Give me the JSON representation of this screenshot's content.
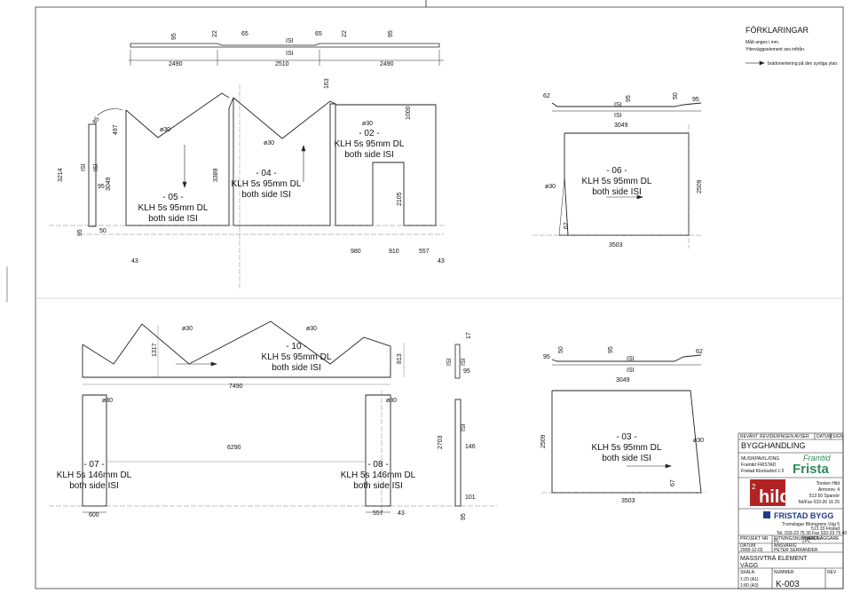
{
  "legend": {
    "title": "FÖRKLARINGAR",
    "line1": "Mått anges i mm.",
    "line2": "Ytterväggselement ses inifrån.",
    "arrow_text": "brädorientering på den synliga ytan."
  },
  "panels": {
    "p05": {
      "id": "- 05 -",
      "spec": "KLH 5s 95mm DL",
      "side": "both side ISI"
    },
    "p04": {
      "id": "- 04 -",
      "spec": "KLH 5s 95mm DL",
      "side": "both side ISI"
    },
    "p02": {
      "id": "- 02 -",
      "spec": "KLH 5s 95mm DL",
      "side": "both side ISI"
    },
    "p06": {
      "id": "- 06 -",
      "spec": "KLH 5s 95mm DL",
      "side": "both side ISI"
    },
    "p10": {
      "id": "- 10 -",
      "spec": "KLH 5s 95mm DL",
      "side": "both side ISI"
    },
    "p03": {
      "id": "- 03 -",
      "spec": "KLH 5s 95mm DL",
      "side": "both side ISI"
    },
    "p07": {
      "id": "- 07 -",
      "spec": "KLH 5s 146mm DL",
      "side": "both side ISI"
    },
    "p08": {
      "id": "- 08 -",
      "spec": "KLH 5s 146mm DL",
      "side": "both side ISI"
    }
  },
  "dims": {
    "d_95a": "95",
    "d_22a": "22",
    "d_65a": "65",
    "d_isi_a": "ISI",
    "d_65b": "65",
    "d_22b": "22",
    "d_95b": "95",
    "d_isi_b": "ISI",
    "d_2490a": "2490",
    "d_2510": "2510",
    "d_2490b": "2490",
    "d_163": "163",
    "d_85": "85",
    "d_497": "497",
    "d_3214": "3214",
    "d_isi_c": "ISI",
    "d_isi_d": "ISI",
    "d_95c": "95",
    "d_3049a": "3049",
    "d_3389": "3389",
    "d_1000": "1000",
    "d_2105": "2105",
    "d_95d": "95",
    "d_50a": "50",
    "d_980": "980",
    "d_910": "910",
    "d_557a": "557",
    "d_43a": "43",
    "d_43b": "43",
    "d_62a": "62",
    "d_isi_e": "ISI",
    "d_95e": "95",
    "d_50b": "50",
    "d_95f": "95",
    "d_isi_f": "ISI",
    "d_3049b": "3049",
    "d_67a": "67",
    "d_3503a": "3503",
    "d_2509a": "2509",
    "d_1317": "1317",
    "d_813": "813",
    "d_7490": "7490",
    "d_isi_g": "ISI",
    "d_isi_h": "ISI",
    "d_17": "17",
    "d_95g": "95",
    "d_95h": "95",
    "d_50c": "50",
    "d_95i": "95",
    "d_isi_i": "ISI",
    "d_62b": "62",
    "d_isi_j": "ISI",
    "d_3049c": "3049",
    "d_6290": "6290",
    "d_2703": "2703",
    "d_isi_k": "ISI",
    "d_146": "146",
    "d_101": "101",
    "d_95j": "95",
    "d_600": "600",
    "d_557b": "557",
    "d_43c": "43",
    "d_2509b": "2509",
    "d_67b": "67",
    "d_3503b": "3503"
  },
  "angles": {
    "a1": "ø30",
    "a2": "ø30",
    "a3": "ø30",
    "a4": "ø30",
    "a5": "ø30",
    "a6": "ø30",
    "a7": "ø30",
    "a8": "ø30",
    "a9": "ø30",
    "a10": "ø30"
  },
  "title_block": {
    "rev_header": {
      "rev": "REV",
      "ant": "ÄNT",
      "rev_avser": "REVIDERINGEN AVSER",
      "datum": "DATUM",
      "sign": "SIGN"
    },
    "handling": "BYGGHANDLING",
    "client": {
      "title": "MUSIKPAVILJONG",
      "l1": "Framtid FRISTAD",
      "l2": "Fristad Klockarbol 1:5"
    },
    "logo_framtid": {
      "top": "Framtid",
      "bottom": "Frista"
    },
    "architect": {
      "name": "Torsten Hild",
      "l1": "Armorov. 4",
      "l2": "513 50 Sparsör",
      "l3": "Tel/Fax 033-26 16 25"
    },
    "logo_hild": {
      "big": "hild",
      "small": "2"
    },
    "firm": {
      "name": "FRISTAD BYGG",
      "l1": "Trumslagar Blomgrens Väg 5",
      "l2": "513 33 Fristad",
      "tel": "Tel. 033-23 75 30",
      "fax": "Fax 033-23 75 40"
    },
    "projekt_nr": "PROJEKT NR",
    "ritning": "RITNINGSNUMMER AV",
    "handlaggare": "HANDLÄGGARE",
    "pl1": "PL",
    "pl2": "PL",
    "datum_label": "DATUM",
    "ansvarig_label": "ANSVARIG",
    "datum": "2008-12-02",
    "ansvarig": "PETER SERRANDER",
    "title1": "MASSIVTRÄ ELEMENT",
    "title2": "VÄGG",
    "skala_label": "SKALA",
    "skala1": "1:20 (A1)",
    "skala2": "1:80 (A3)",
    "nummer_label": "NUMMER",
    "nummer": "K-003",
    "rev_label": "REV"
  }
}
